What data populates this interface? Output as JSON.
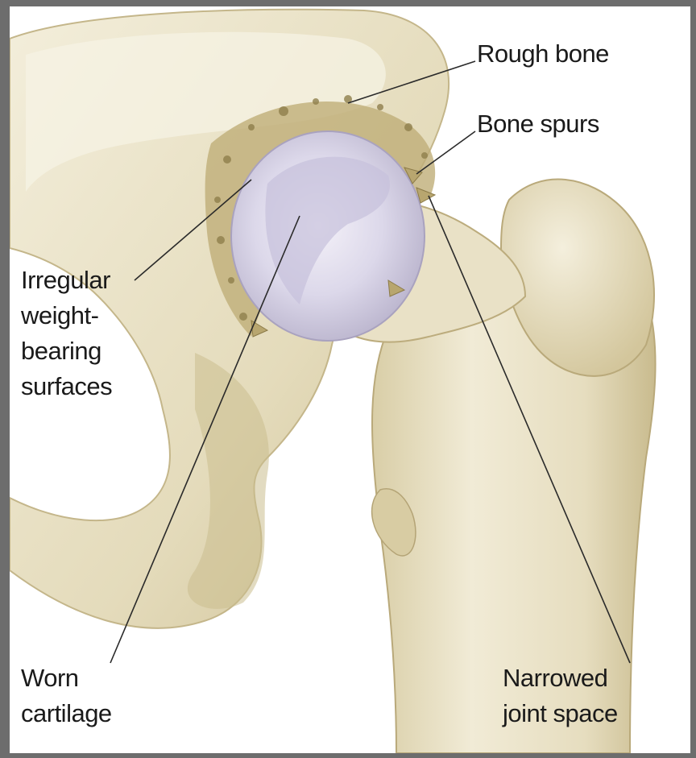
{
  "diagram": {
    "labels": {
      "rough_bone": [
        "Rough bone"
      ],
      "bone_spurs": [
        "Bone spurs"
      ],
      "irregular_surfaces": [
        "Irregular",
        "weight-",
        "bearing",
        "surfaces"
      ],
      "worn_cartilage": [
        "Worn",
        "cartilage"
      ],
      "narrowed_joint_space": [
        "Narrowed",
        "joint space"
      ]
    },
    "colors": {
      "bone": "#e7dfc2",
      "bone_shadow": "#cbbf94",
      "bone_highlight": "#f6f2e4",
      "cartilage": "#d9d6ea",
      "rough_texture": "#a99a62",
      "leader_line": "#2a2a2a",
      "frame": "#6d6d6d"
    }
  }
}
